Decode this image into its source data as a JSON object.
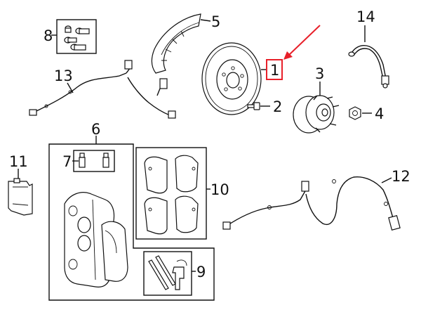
{
  "diagram": {
    "labels": {
      "rotor": "1",
      "bolt": "2",
      "hub": "3",
      "nut": "4",
      "shield": "5",
      "caliper": "6",
      "bleeder": "7",
      "guide_pin_kit": "8",
      "hardware_kit": "9",
      "pads": "10",
      "bracket": "11",
      "sensor_right": "12",
      "sensor_left": "13",
      "brake_hose": "14"
    },
    "highlight_color": "#e8202a",
    "line_color": "#111111"
  }
}
